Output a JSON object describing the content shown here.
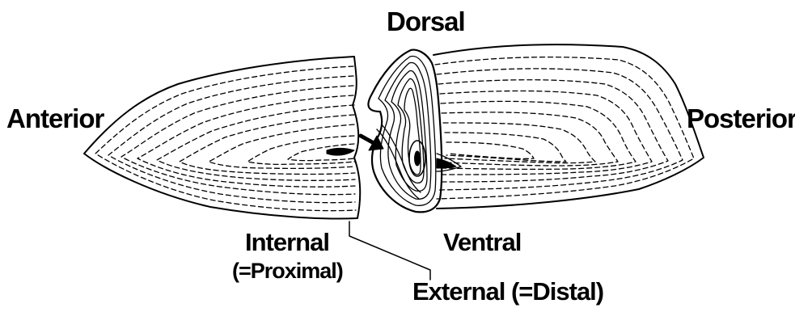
{
  "labels": {
    "dorsal": "Dorsal",
    "anterior": "Anterior",
    "posterior": "Posterior",
    "internal": "Internal",
    "internal_note": "(=Proximal)",
    "ventral": "Ventral",
    "external": "External (=Distal)"
  },
  "colors": {
    "ink": "#000000",
    "background": "#ffffff"
  }
}
